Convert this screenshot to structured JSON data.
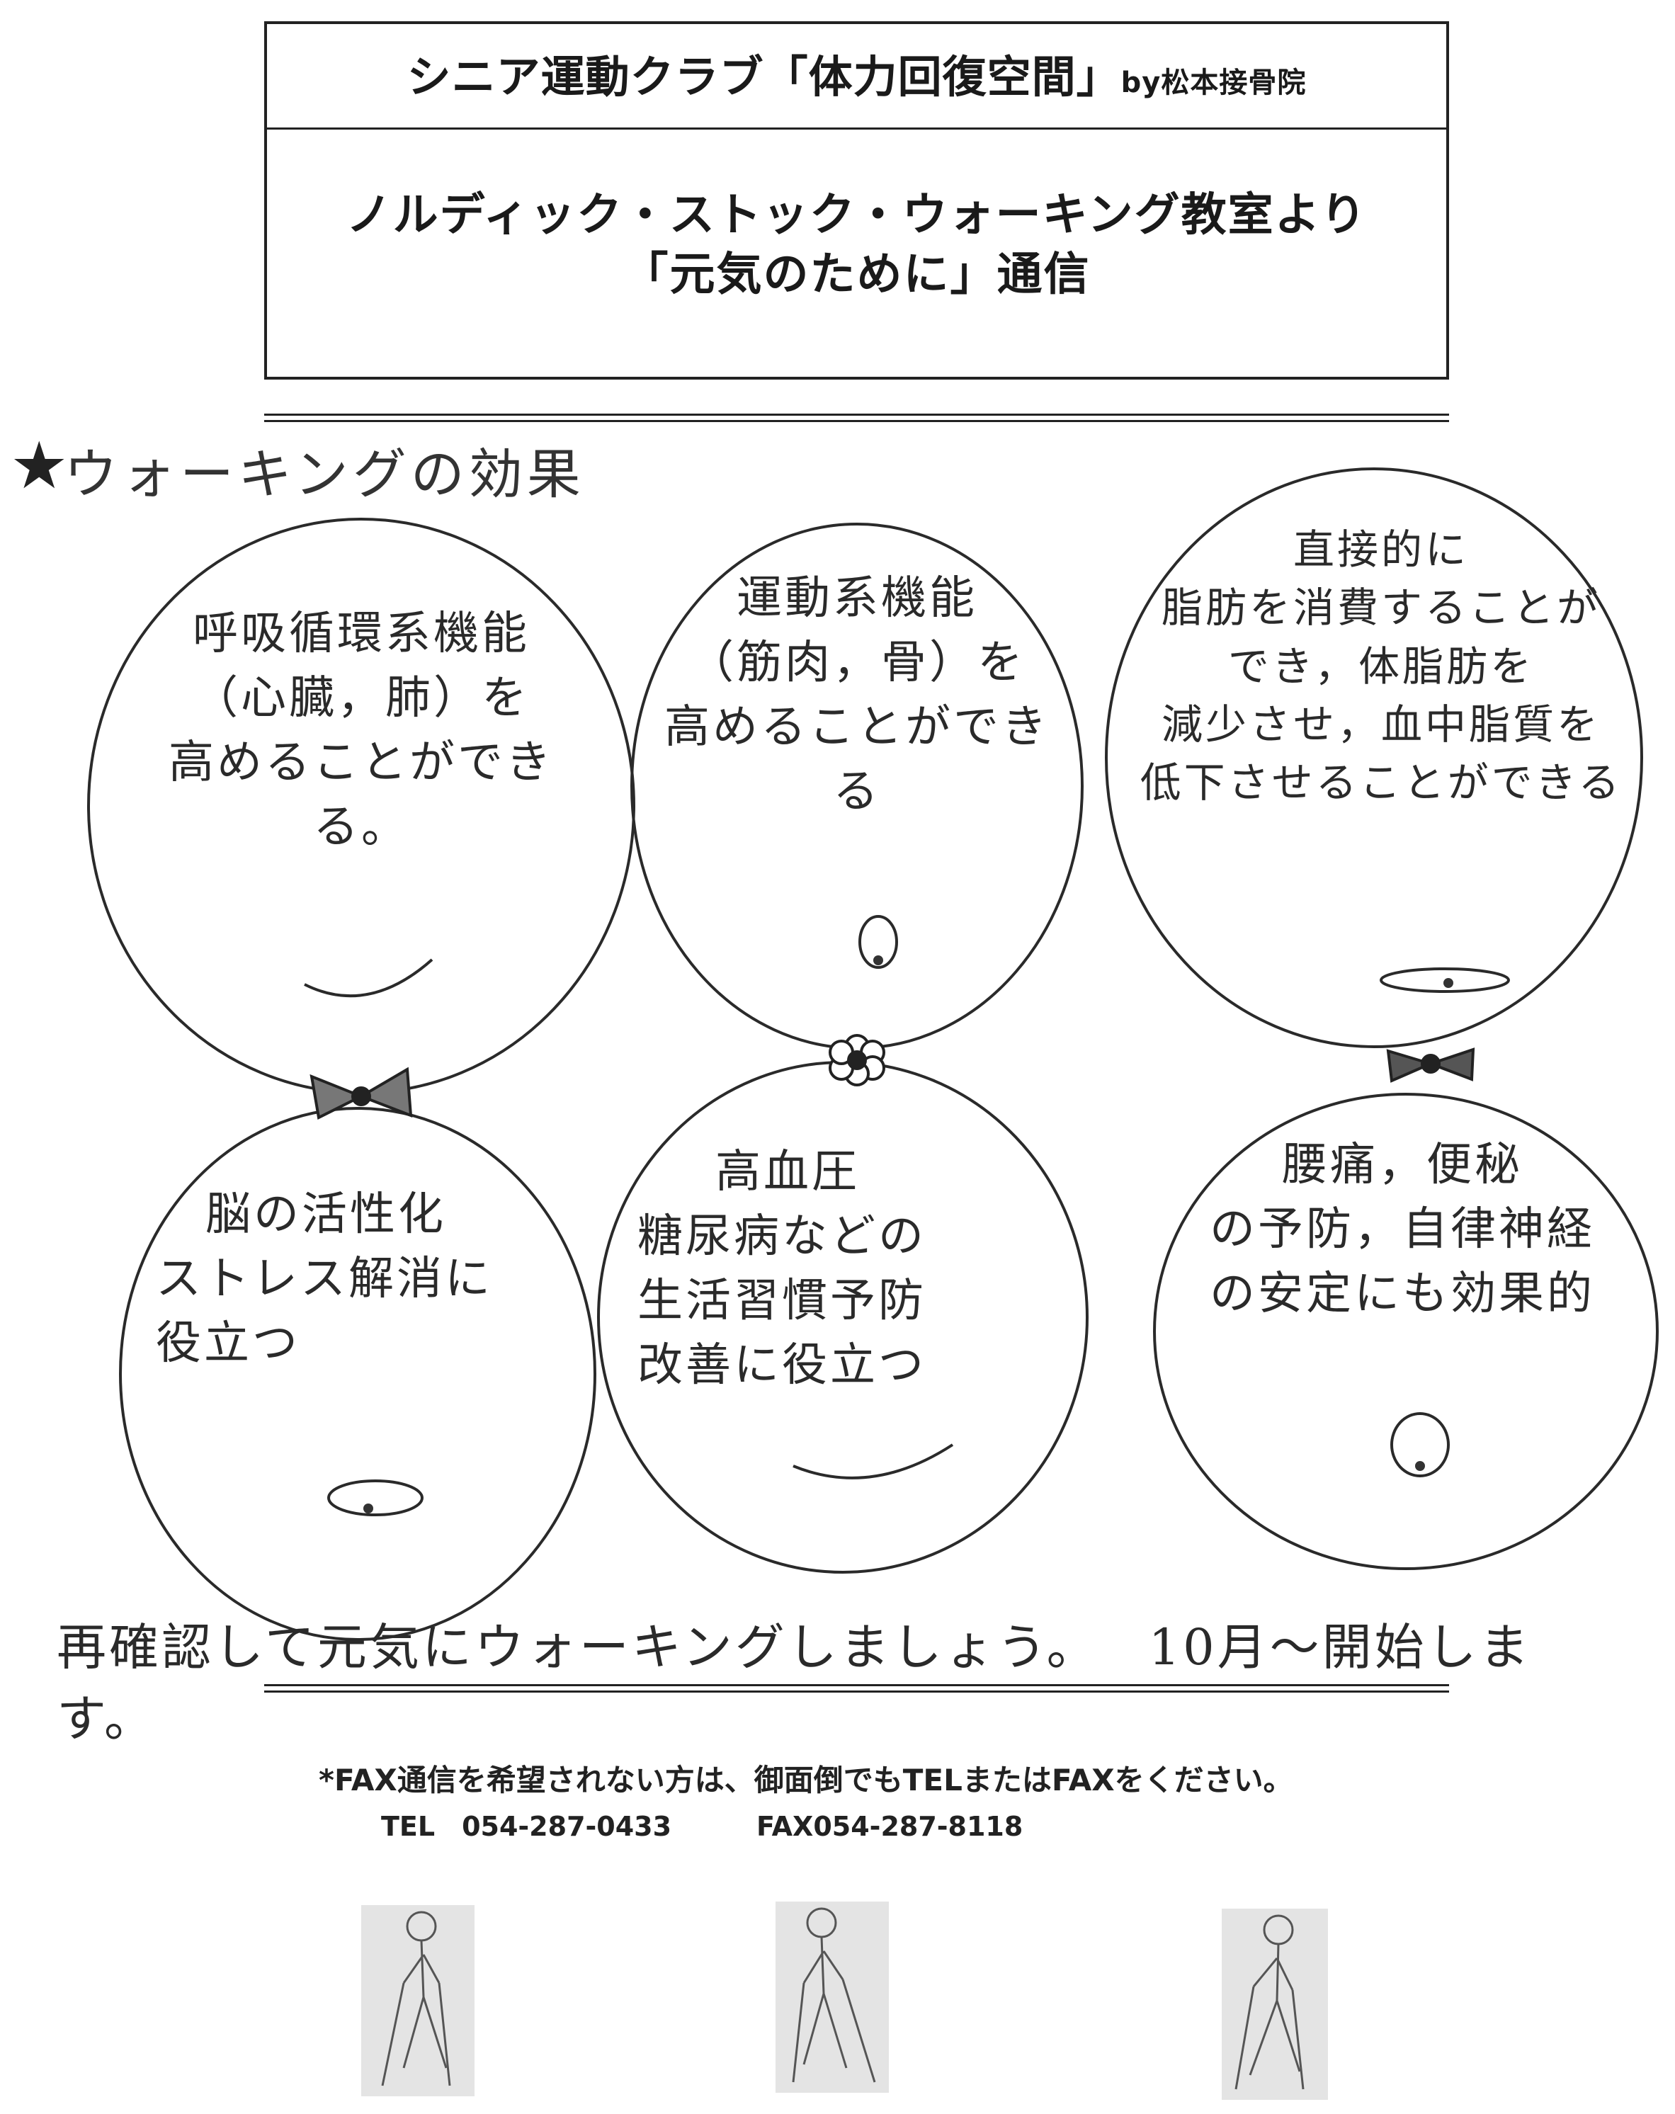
{
  "header": {
    "club_title": "シニア運動クラブ「体力回復空間」",
    "club_by": "by松本接骨院",
    "class_title_line1": "ノルディック・ストック・ウォーキング教室より",
    "class_title_line2": "「元気のために」通信"
  },
  "section": {
    "star_icon": "★",
    "heading": "ウォーキングの効果"
  },
  "balloons": [
    {
      "lines": [
        "呼吸循環系機能",
        "（心臓，肺）を",
        "高めることができる。"
      ]
    },
    {
      "lines": [
        "運動系機能",
        "（筋肉，骨）を",
        "高めることができる"
      ]
    },
    {
      "lines": [
        "直接的に",
        "脂肪を消費することが",
        "でき，体脂肪を",
        "減少させ，血中脂質を",
        "低下させることができる"
      ]
    },
    {
      "lines": [
        "脳の活性化",
        "ストレス解消に",
        "役立つ"
      ]
    },
    {
      "lines": [
        "高血圧",
        "糖尿病などの",
        "生活習慣予防",
        "改善に役立つ"
      ]
    },
    {
      "lines": [
        "腰痛，便秘",
        "の予防，自律神経",
        "の安定にも効果的"
      ]
    }
  ],
  "closing": {
    "message": "再確認して元気にウォーキングしましょう。",
    "schedule": "10月～開始します。"
  },
  "contact": {
    "fax_note": "*FAX通信を希望されない方は、御面倒でもTELまたはFAXをください。",
    "tel": "TEL　054-287-0433",
    "fax": "FAX054-287-8118"
  },
  "illustrations": [
    "nordic-walker-icon",
    "nordic-walker-icon",
    "nordic-walker-icon"
  ]
}
